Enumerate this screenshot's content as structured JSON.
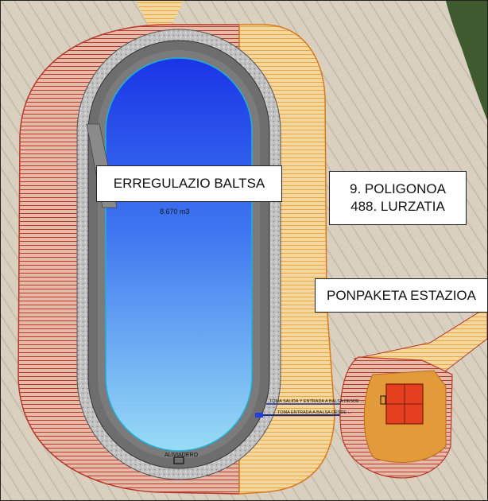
{
  "labels": {
    "pond_name": "ERREGULAZIO BALTSA",
    "pond_volume": "8.670 m3",
    "parcel_line1": "9. POLIGONOA",
    "parcel_line2": "488. LURZATIA",
    "pump_station": "PONPAKETA ESTAZIOA",
    "pipe_outlet": "TOMA SALIDA Y ENTRADA A BALSA DESDE ...",
    "pipe_inlet": "TOMA ENTRADA A BALSA DESDE ...",
    "overflow": "ALIVIADERO"
  },
  "colors": {
    "field": "#d8cfbf",
    "field_lines": "#bfb4a2",
    "embankment_red": "#b53a2a",
    "embankment_orange": "#e8a93a",
    "gravel": "#b8b8b8",
    "lining": "#6e6e6e",
    "water_deep": "#1f3fe0",
    "water_light": "#8fd3f3",
    "pump_red": "#e4401f"
  }
}
